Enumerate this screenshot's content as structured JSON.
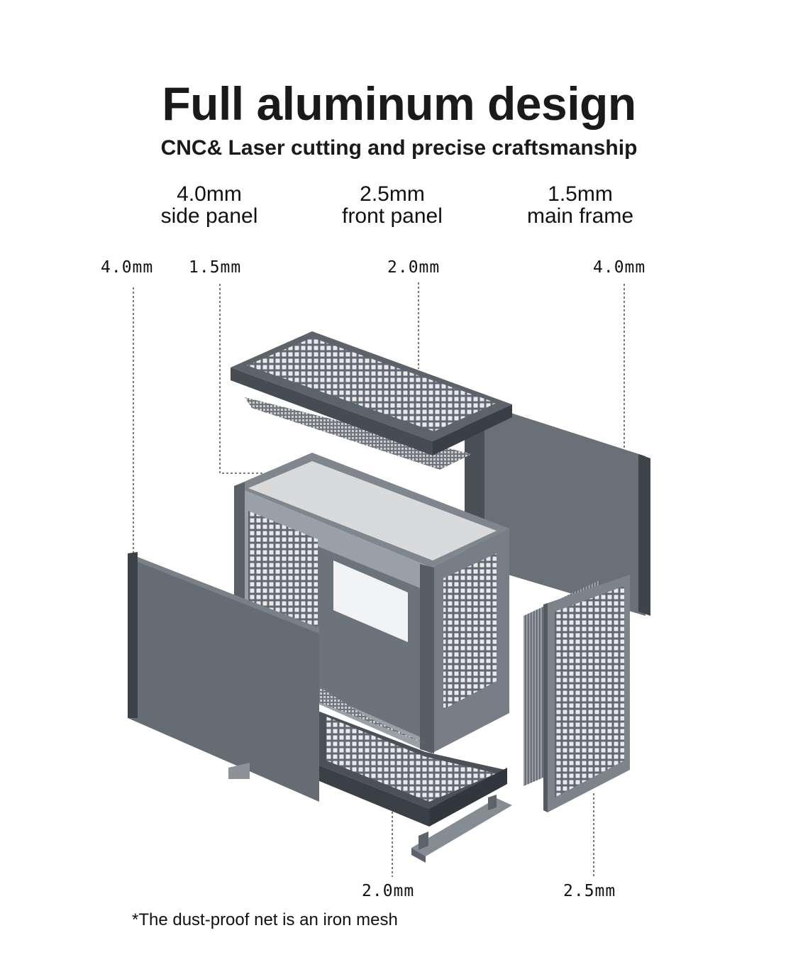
{
  "heading": {
    "title": "Full aluminum design",
    "subtitle": "CNC& Laser cutting and precise craftsmanship"
  },
  "specs": [
    {
      "value": "4.0mm",
      "label": "side panel"
    },
    {
      "value": "2.5mm",
      "label": "front panel"
    },
    {
      "value": "1.5mm",
      "label": "main frame"
    }
  ],
  "callouts": {
    "top_left_outer": "4.0mm",
    "top_left_inner": "1.5mm",
    "top_center": "2.0mm",
    "top_right": "4.0mm",
    "bottom_center": "2.0mm",
    "bottom_right": "2.5mm"
  },
  "footnote": "*The dust-proof net is an iron mesh",
  "colors": {
    "aluminum": "#5d636b",
    "aluminum_light": "#8c9199",
    "aluminum_dark": "#3e434a",
    "mesh": "#6a6f77"
  }
}
